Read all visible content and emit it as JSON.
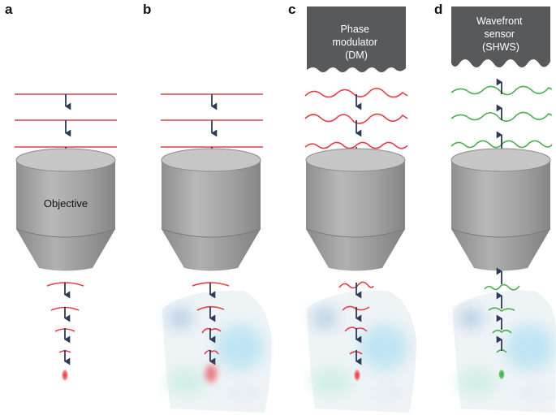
{
  "panels": [
    {
      "label": "a",
      "objective_label": "Objective"
    },
    {
      "label": "b"
    },
    {
      "label": "c",
      "device_lines": [
        "Phase",
        "modulator",
        "(DM)"
      ]
    },
    {
      "label": "d",
      "device_lines": [
        "Wavefront",
        "sensor",
        "(SHWS)"
      ]
    }
  ],
  "colors": {
    "red_wave": "#e0404a",
    "green_wave": "#4caf50",
    "arrow": "#2e3a57",
    "device_box": "#58595b",
    "objective_body": "#a3a3a3"
  }
}
